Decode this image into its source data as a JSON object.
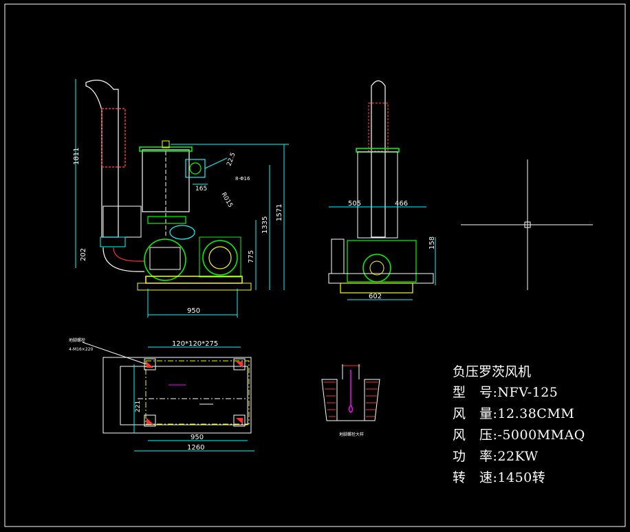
{
  "drawing": {
    "title": "负压罗茨风机",
    "specs": [
      {
        "label": "型　号:",
        "value": "NFV-125"
      },
      {
        "label": "风　量:",
        "value": "12.38CMM"
      },
      {
        "label": "风　压:",
        "value": "-5000MMAQ"
      },
      {
        "label": "功　率:",
        "value": "22KW"
      },
      {
        "label": "转　速:",
        "value": "1450转"
      }
    ]
  },
  "dimensions": {
    "front_height_pipe": "1811",
    "front_total_height": "1571",
    "front_height_mid": "1335",
    "front_height_low": "775",
    "front_bottom_offset": "202",
    "front_width": "950",
    "flange_width": "165",
    "angle_label": "22.5",
    "inlet_label": "8-Φ16",
    "radius_label": "R015",
    "side_left": "505",
    "side_right": "466",
    "side_height": "158",
    "side_width": "602",
    "plan_holes": "120*120*275",
    "plan_inner_width": "950",
    "plan_outer_width": "1260",
    "plan_height": "221",
    "plan_note_line1": "地脚螺栓",
    "plan_note_line2": "4-M16×220",
    "detail_caption": "地脚螺栓大样"
  },
  "colors": {
    "background": "#000000",
    "dimension": "#00ffff",
    "outline": "#ffffff",
    "machine": "#00ff00",
    "base": "#ffff00",
    "hatch": "#ff3030",
    "accent": "#ff00ff"
  }
}
